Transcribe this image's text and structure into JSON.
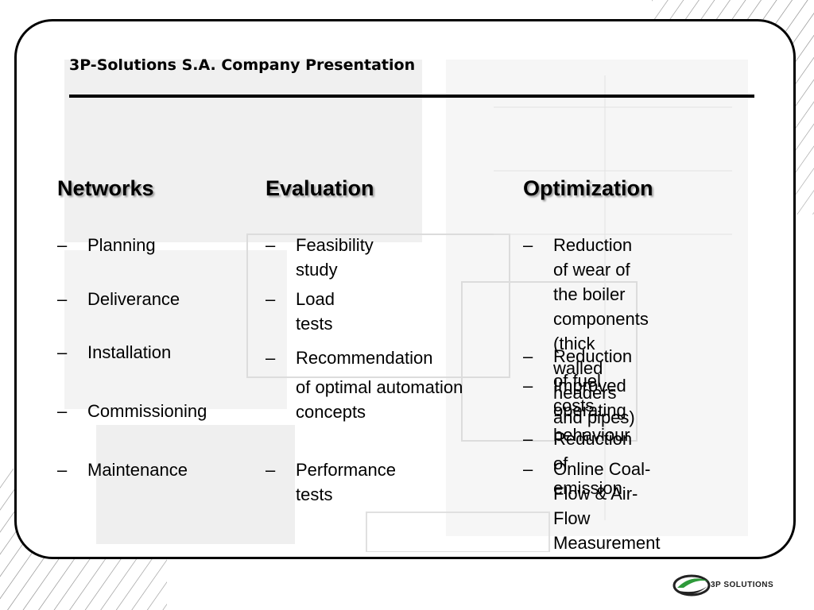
{
  "title": "3P-Solutions S.A. Company Presentation",
  "columns": {
    "networks": {
      "heading": "Networks",
      "items": [
        "Planning",
        "Deliverance",
        "Installation",
        "Commissioning",
        "Maintenance"
      ]
    },
    "evaluation": {
      "heading": "Evaluation",
      "items": [
        "Feasibility study",
        "Load tests",
        "Recommendation",
        "Performance tests"
      ],
      "continuation": [
        "of optimal automation",
        "concepts"
      ]
    },
    "optimization": {
      "heading": "Optimization",
      "items": [
        [
          "Reduction of wear of",
          "the boiler components",
          "(thick walled headers",
          "and pipes)"
        ],
        [
          "Reduction of fuel costs"
        ],
        [
          "Improved operating",
          "behaviour"
        ],
        [
          "Reduction of emission"
        ],
        [
          "Online Coal-Flow & Air-",
          "Flow Measurement"
        ]
      ]
    }
  },
  "bullet": "–",
  "logo": {
    "text": "3P SOLUTIONS",
    "color_green": "#2e9a3a",
    "color_dark": "#222222"
  },
  "colors": {
    "text": "#000000",
    "frame": "#000000",
    "ghost": "#d9d9d9"
  }
}
